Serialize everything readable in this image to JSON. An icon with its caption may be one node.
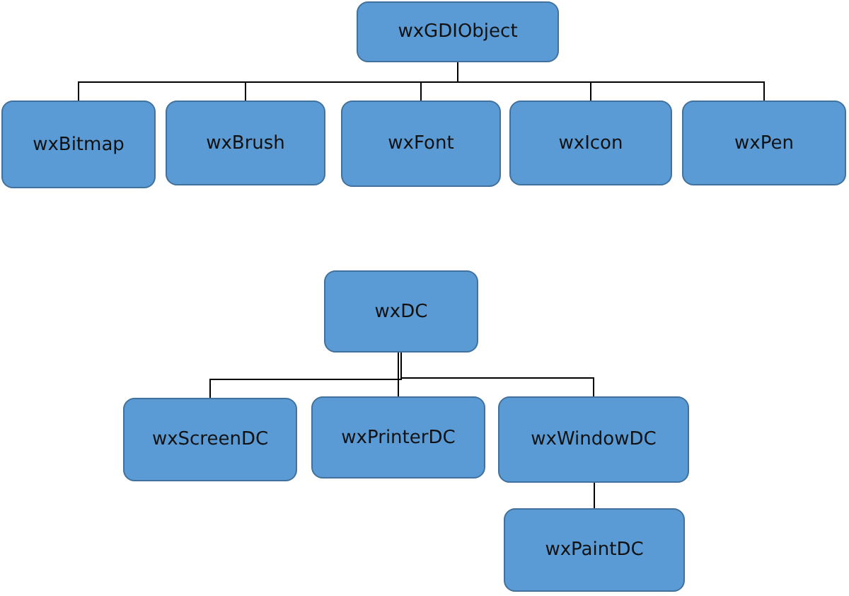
{
  "diagram": {
    "nodes": [
      {
        "text": [
          "wxGDIObject"
        ]
      },
      {
        "text": [
          "wxBitmap"
        ]
      },
      {
        "text": [
          "wxBrush"
        ]
      },
      {
        "text": [
          "wxFont"
        ]
      },
      {
        "text": [
          "wxIcon"
        ]
      },
      {
        "text": [
          "wxPen"
        ]
      },
      {
        "text": [
          "wxDC"
        ]
      },
      {
        "text": [
          "wxScreenDC"
        ]
      },
      {
        "text": [
          "wxPrinterDC"
        ]
      },
      {
        "text": [
          "wxWindowDC"
        ]
      },
      {
        "text": [
          "wxPaintDC"
        ]
      }
    ],
    "edges": [
      {
        "from": 0,
        "to": 1,
        "arrow": "none"
      },
      {
        "from": 0,
        "to": 2,
        "arrow": "none"
      },
      {
        "from": 0,
        "to": 3,
        "arrow": "none"
      },
      {
        "from": 0,
        "to": 4,
        "arrow": "none"
      },
      {
        "from": 0,
        "to": 5,
        "arrow": "none"
      },
      {
        "from": 6,
        "to": 7,
        "arrow": "none"
      },
      {
        "from": 6,
        "to": 8,
        "arrow": "none"
      },
      {
        "from": 6,
        "to": 9,
        "arrow": "none"
      },
      {
        "from": 9,
        "to": 10,
        "arrow": "none"
      }
    ]
  }
}
